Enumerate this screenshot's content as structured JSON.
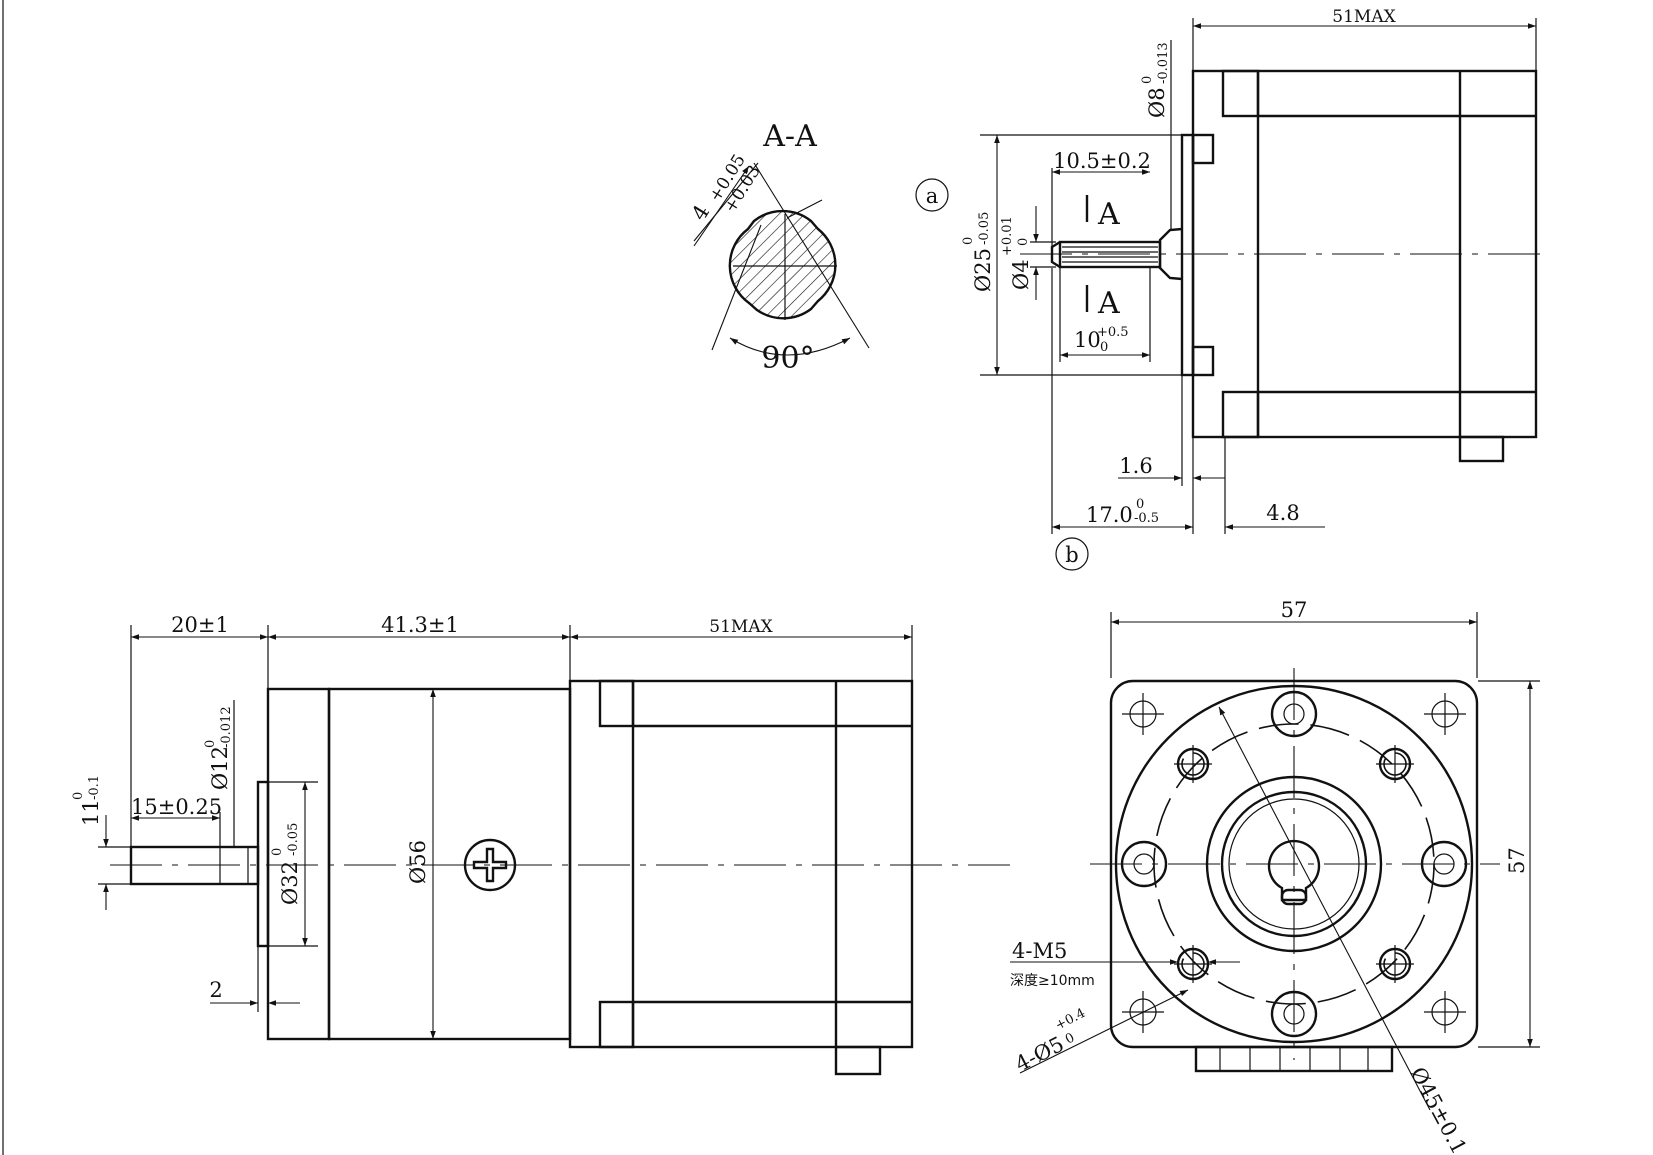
{
  "section_title": "A-A",
  "section_label": "A",
  "detail_labels": {
    "a": "a",
    "b": "b"
  },
  "dims": {
    "len_51max": "51MAX",
    "shaft8": "Ø8",
    "shaft8_upper": "0",
    "shaft8_lower": "-0.013",
    "len_10_5": "10.5±0.2",
    "boss25": "Ø25",
    "boss25_upper": "0",
    "boss25_lower": "-0.05",
    "flat4": "Ø4",
    "flat4_upper": "+0.01",
    "flat4_lower": "0",
    "len_10": "10",
    "len_10_upper": "+0.5",
    "len_10_lower": "0",
    "len_1_6": "1.6",
    "len_17": "17.0",
    "len_17_upper": "0",
    "len_17_lower": "-0.5",
    "len_4_8": "4.8",
    "key_width": "4",
    "key_upper": "+0.05",
    "key_lower": "+0.03",
    "angle90": "90°",
    "len_20": "20±1",
    "len_41_3": "41.3±1",
    "shaft12": "Ø12",
    "shaft12_upper": "0",
    "shaft12_lower": "-0.012",
    "key11": "11",
    "key11_upper": "0",
    "key11_lower": "-0.1",
    "len_15": "15±0.25",
    "pilot32": "Ø32",
    "pilot32_upper": "0",
    "pilot32_lower": "-0.05",
    "body56": "Ø56",
    "len_2": "2",
    "square57_w": "57",
    "square57_h": "57",
    "thread_m5": "4-M5",
    "thread_depth": "深度≥10mm",
    "holes5": "4-Ø5",
    "holes5_upper": "+0.4",
    "holes5_lower": "0",
    "pcd45": "Ø45±0.1"
  }
}
